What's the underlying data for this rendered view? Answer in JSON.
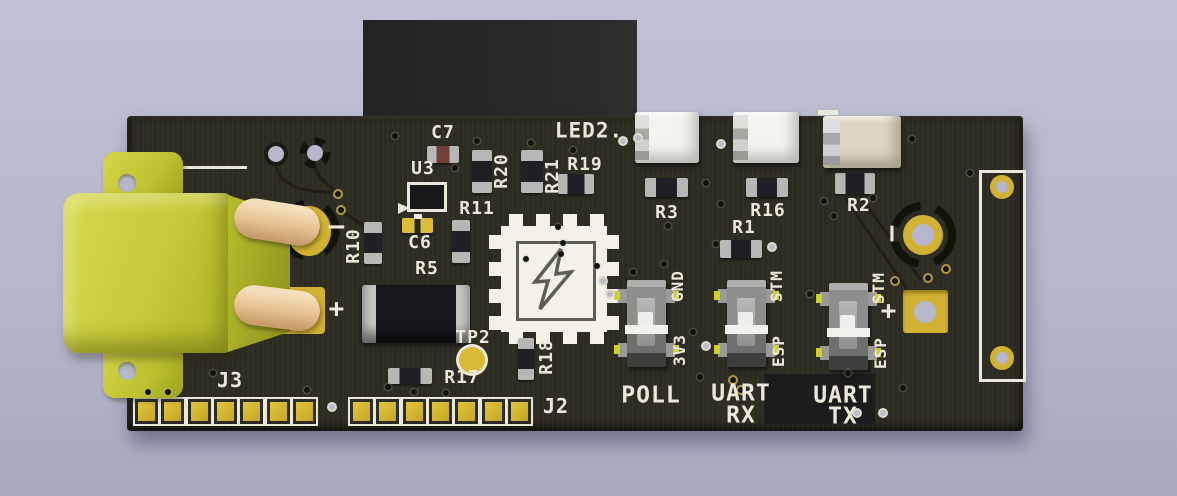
{
  "view": {
    "description": "3D rendered PCB (EDA 3D viewer)",
    "colors": {
      "background": "#b8b9cc",
      "board_soldermask": "#2d2c22",
      "silkscreen": "#ebe8da",
      "pad_gold": "#d2b232",
      "connector_yellow": "#c6c934",
      "pin_tan": "#e8c494",
      "led_white": "#f4f3ef",
      "led_beige": "#dcd5c1",
      "hole_showthrough": "#b5b6ca"
    }
  },
  "refs": {
    "c7": "C7",
    "u3": "U3",
    "r20": "R20",
    "r21": "R21",
    "r19": "R19",
    "led2": "LED2.",
    "r11": "R11",
    "r10": "R10",
    "c6": "C6",
    "r5": "R5",
    "r3": "R3",
    "r16": "R16",
    "r1": "R1",
    "r2": "R2",
    "r17": "R17",
    "r18": "R18",
    "tp2": "TP2",
    "j3": "J3",
    "j2": "J2"
  },
  "switches": [
    {
      "top": "GND",
      "bottom": "3V3",
      "label1": "POLL",
      "label2": ""
    },
    {
      "top": "STM",
      "bottom": "ESP",
      "label1": "UART",
      "label2": "RX"
    },
    {
      "top": "STM",
      "bottom": "ESP",
      "label1": "UART",
      "label2": "TX"
    }
  ],
  "polarity": {
    "connector_minus": "–",
    "connector_plus": "+",
    "hole_minus": "–",
    "hole_plus": "+"
  },
  "icons": {
    "mcu_logo": "lightning-bolt"
  }
}
